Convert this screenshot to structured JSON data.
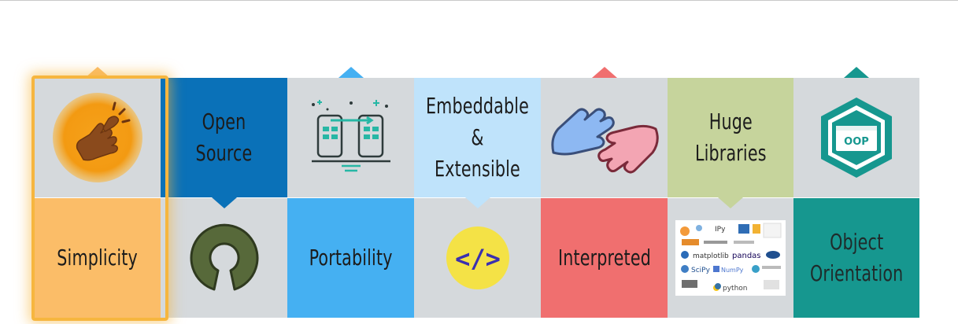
{
  "features": [
    {
      "label": "Simplicity",
      "icon": "snap-fingers-icon",
      "top_color": "#d5d9dc",
      "bottom_color": "#fbbd68",
      "selected": true
    },
    {
      "label": "Open Source",
      "icon": "open-source-logo-icon",
      "top_color": "#0a71b8",
      "bottom_color": "#d5d9dc"
    },
    {
      "label": "Portability",
      "icon": "portable-devices-icon",
      "top_color": "#d5d9dc",
      "bottom_color": "#45b0f2"
    },
    {
      "label": "Embeddable &\nExtensible",
      "icon": "code-tag-icon",
      "top_color": "#bfe3fb",
      "bottom_color": "#d5d9dc"
    },
    {
      "label": "Interpreted",
      "icon": "sign-language-hands-icon",
      "top_color": "#d5d9dc",
      "bottom_color": "#f06f6f"
    },
    {
      "label": "Huge\nLibraries",
      "icon": "python-libraries-collage",
      "top_color": "#c6d49c",
      "bottom_color": "#d5d9dc"
    },
    {
      "label": "Object\nOrientation",
      "icon": "oop-badge-icon",
      "top_color": "#d5d9dc",
      "bottom_color": "#16978f"
    }
  ],
  "oop_badge_text": "OOP",
  "code_icon_text": "</>",
  "libraries_collage": [
    "IPy",
    "matplotlib",
    "pandas",
    "SciPy",
    "NumPy",
    "python"
  ]
}
